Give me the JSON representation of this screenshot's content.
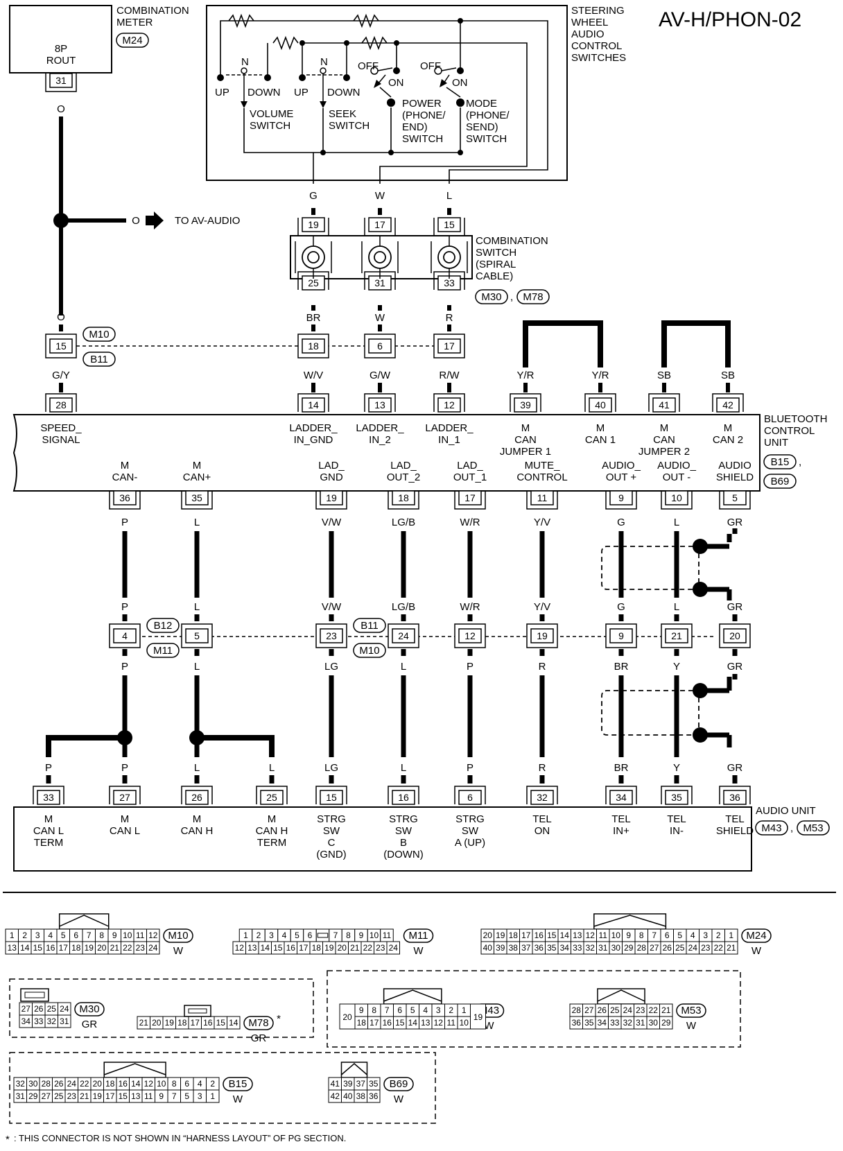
{
  "title": "AV-H/PHON-02",
  "combination_meter": {
    "label_lines": [
      "COMBINATION",
      "METER"
    ],
    "connector": "M24",
    "pin_label_lines": [
      "8P",
      "ROUT"
    ],
    "pin": "31"
  },
  "steering_switches": {
    "label_lines": [
      "STEERING",
      "WHEEL",
      "AUDIO",
      "CONTROL",
      "SWITCHES"
    ],
    "pos_n": "N",
    "pos_up": "UP",
    "pos_down": "DOWN",
    "pos_off": "OFF",
    "pos_on": "ON",
    "volume_lines": [
      "VOLUME",
      "SWITCH"
    ],
    "seek_lines": [
      "SEEK",
      "SWITCH"
    ],
    "power_lines": [
      "POWER",
      "(PHONE/",
      "END)",
      "SWITCH"
    ],
    "mode_lines": [
      "MODE",
      "(PHONE/",
      "SEND)",
      "SWITCH"
    ]
  },
  "to_av_audio": {
    "wire": "O",
    "text": "TO AV-AUDIO"
  },
  "wire_o": "O",
  "spiral": {
    "label_lines": [
      "COMBINATION",
      "SWITCH",
      "(SPIRAL",
      "CABLE)"
    ],
    "connectors": [
      "M30",
      "M78"
    ],
    "top_wires": [
      "G",
      "W",
      "L"
    ],
    "top_pins": [
      "19",
      "17",
      "15"
    ],
    "bottom_pins": [
      "25",
      "31",
      "33"
    ],
    "bottom_wires": [
      "BR",
      "W",
      "R"
    ]
  },
  "joint1": {
    "connectors": [
      "M10",
      "B11"
    ],
    "pins": [
      "15",
      "18",
      "6",
      "17"
    ],
    "wires_below": [
      "G/Y",
      "W/V",
      "G/W",
      "R/W"
    ]
  },
  "bcu": {
    "label_lines": [
      "BLUETOOTH",
      "CONTROL",
      "UNIT"
    ],
    "connectors": [
      "B15",
      "B69"
    ],
    "top_pins": [
      {
        "pin": "28",
        "lines": [
          "SPEED_",
          "SIGNAL"
        ]
      },
      {
        "pin": "14",
        "lines": [
          "LADDER_",
          "IN_GND"
        ]
      },
      {
        "pin": "13",
        "lines": [
          "LADDER_",
          "IN_2"
        ]
      },
      {
        "pin": "12",
        "lines": [
          "LADDER_",
          "IN_1"
        ]
      },
      {
        "pin": "39",
        "wire": "Y/R",
        "lines": [
          "M",
          "CAN",
          "JUMPER 1"
        ]
      },
      {
        "pin": "40",
        "wire": "Y/R",
        "lines": [
          "M",
          "CAN 1"
        ]
      },
      {
        "pin": "41",
        "wire": "SB",
        "lines": [
          "M",
          "CAN",
          "JUMPER 2"
        ]
      },
      {
        "pin": "42",
        "wire": "SB",
        "lines": [
          "M",
          "CAN 2"
        ]
      }
    ],
    "bottom_pins": [
      {
        "pin": "36",
        "lines": [
          "M",
          "CAN-"
        ]
      },
      {
        "pin": "35",
        "lines": [
          "M",
          "CAN+"
        ]
      },
      {
        "pin": "19",
        "lines": [
          "LAD_",
          "GND"
        ]
      },
      {
        "pin": "18",
        "lines": [
          "LAD_",
          "OUT_2"
        ]
      },
      {
        "pin": "17",
        "lines": [
          "LAD_",
          "OUT_1"
        ]
      },
      {
        "pin": "11",
        "lines": [
          "MUTE_",
          "CONTROL"
        ]
      },
      {
        "pin": "9",
        "lines": [
          "AUDIO_",
          "OUT +"
        ]
      },
      {
        "pin": "10",
        "lines": [
          "AUDIO_",
          "OUT -"
        ]
      },
      {
        "pin": "5",
        "lines": [
          "AUDIO",
          "SHIELD"
        ]
      }
    ]
  },
  "mid_wires": {
    "below_bcu": [
      "P",
      "L",
      "V/W",
      "LG/B",
      "W/R",
      "Y/V",
      "G",
      "L",
      "GR"
    ],
    "above_joint2": [
      "P",
      "L",
      "V/W",
      "LG/B",
      "W/R",
      "Y/V",
      "G",
      "L",
      "GR"
    ]
  },
  "joint2": {
    "connectors_a": [
      "B12",
      "M11"
    ],
    "connectors_b": [
      "B11",
      "M10"
    ],
    "pins": [
      "4",
      "5",
      "23",
      "24",
      "12",
      "19",
      "9",
      "21",
      "20"
    ],
    "wires_below": [
      "P",
      "L",
      "LG",
      "L",
      "P",
      "R",
      "BR",
      "Y",
      "GR"
    ]
  },
  "audio_unit": {
    "label_lines": [
      "AUDIO UNIT"
    ],
    "connectors": [
      "M43",
      "M53"
    ],
    "wires_above": [
      "P",
      "P",
      "L",
      "L",
      "LG",
      "L",
      "P",
      "R",
      "BR",
      "Y",
      "GR"
    ],
    "pins": [
      {
        "pin": "33",
        "lines": [
          "M",
          "CAN L",
          "TERM"
        ]
      },
      {
        "pin": "27",
        "lines": [
          "M",
          "CAN L"
        ]
      },
      {
        "pin": "26",
        "lines": [
          "M",
          "CAN H"
        ]
      },
      {
        "pin": "25",
        "lines": [
          "M",
          "CAN H",
          "TERM"
        ]
      },
      {
        "pin": "15",
        "lines": [
          "STRG",
          "SW",
          "C",
          "(GND)"
        ]
      },
      {
        "pin": "16",
        "lines": [
          "STRG",
          "SW",
          "B",
          "(DOWN)"
        ]
      },
      {
        "pin": "6",
        "lines": [
          "STRG",
          "SW",
          "A (UP)"
        ]
      },
      {
        "pin": "32",
        "lines": [
          "TEL",
          "ON"
        ]
      },
      {
        "pin": "34",
        "lines": [
          "TEL",
          "IN+"
        ]
      },
      {
        "pin": "35",
        "lines": [
          "TEL",
          "IN-"
        ]
      },
      {
        "pin": "36",
        "lines": [
          "TEL",
          "SHIELD"
        ]
      }
    ]
  },
  "connector_faces": [
    {
      "name": "M10",
      "color": "W",
      "rows": [
        [
          "1",
          "2",
          "3",
          "4",
          "5",
          "6",
          "7",
          "8",
          "9",
          "10",
          "11",
          "12"
        ],
        [
          "13",
          "14",
          "15",
          "16",
          "17",
          "18",
          "19",
          "20",
          "21",
          "22",
          "23",
          "24"
        ]
      ]
    },
    {
      "name": "M11",
      "color": "W",
      "rows": [
        [
          "1",
          "2",
          "3",
          "4",
          "5",
          "6",
          "",
          "7",
          "8",
          "9",
          "10",
          "11"
        ],
        [
          "12",
          "13",
          "14",
          "15",
          "16",
          "17",
          "18",
          "19",
          "20",
          "21",
          "22",
          "23",
          "24"
        ]
      ]
    },
    {
      "name": "M24",
      "color": "W",
      "rows": [
        [
          "20",
          "19",
          "18",
          "17",
          "16",
          "15",
          "14",
          "13",
          "12",
          "11",
          "10",
          "9",
          "8",
          "7",
          "6",
          "5",
          "4",
          "3",
          "2",
          "1"
        ],
        [
          "40",
          "39",
          "38",
          "37",
          "36",
          "35",
          "34",
          "33",
          "32",
          "31",
          "30",
          "29",
          "28",
          "27",
          "26",
          "25",
          "24",
          "23",
          "22",
          "21"
        ]
      ]
    },
    {
      "name": "M30",
      "color": "GR",
      "rows": [
        [
          "27",
          "26",
          "25",
          "24"
        ],
        [
          "34",
          "33",
          "32",
          "31"
        ]
      ]
    },
    {
      "name": "M78",
      "color": "GR",
      "star": "*",
      "rows": [
        [
          "21",
          "20",
          "19",
          "18",
          "17",
          "16",
          "15",
          "14"
        ]
      ]
    },
    {
      "name": "M43",
      "color": "W",
      "rows": [
        [
          "9",
          "8",
          "7",
          "6",
          "5",
          "4",
          "3",
          "2",
          "1"
        ],
        [
          "18",
          "17",
          "16",
          "15",
          "14",
          "13",
          "12",
          "11",
          "10"
        ]
      ],
      "side_left": "20",
      "side_right": "19"
    },
    {
      "name": "M53",
      "color": "W",
      "rows": [
        [
          "28",
          "27",
          "26",
          "25",
          "24",
          "23",
          "22",
          "21"
        ],
        [
          "36",
          "35",
          "34",
          "33",
          "32",
          "31",
          "30",
          "29"
        ]
      ]
    },
    {
      "name": "B15",
      "color": "W",
      "rows": [
        [
          "32",
          "30",
          "28",
          "26",
          "24",
          "22",
          "20",
          "18",
          "16",
          "14",
          "12",
          "10",
          "8",
          "6",
          "4",
          "2"
        ],
        [
          "31",
          "29",
          "27",
          "25",
          "23",
          "21",
          "19",
          "17",
          "15",
          "13",
          "11",
          "9",
          "7",
          "5",
          "3",
          "1"
        ]
      ]
    },
    {
      "name": "B69",
      "color": "W",
      "rows": [
        [
          "41",
          "39",
          "37",
          "35"
        ],
        [
          "42",
          "40",
          "38",
          "36"
        ]
      ]
    }
  ],
  "footnote_star": "*",
  "footnote_text": ": THIS CONNECTOR IS NOT SHOWN IN “HARNESS LAYOUT” OF PG SECTION."
}
